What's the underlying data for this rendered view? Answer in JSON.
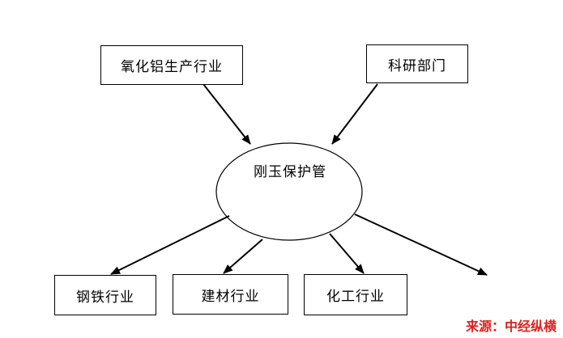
{
  "diagram": {
    "center": "刚玉保护管",
    "inputs": [
      "氧化铝生产行业",
      "科研部门"
    ],
    "outputs": [
      "钢铁行业",
      "建材行业",
      "化工行业"
    ]
  },
  "source_note": "来源：中经纵横",
  "colors": {
    "line": "#000000",
    "source_text": "#e0201c"
  }
}
